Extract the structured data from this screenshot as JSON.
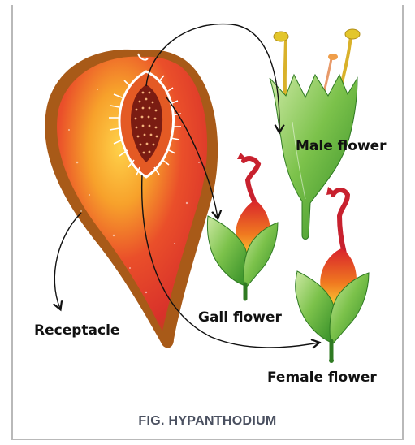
{
  "labels": {
    "male_flower": "Male flower",
    "gall_flower": "Gall flower",
    "female_flower": "Female flower",
    "receptacle": "Receptacle"
  },
  "caption": "FIG. HYPANTHODIUM",
  "colors": {
    "receptacle_outer": "#a85a18",
    "receptacle_red": "#e63a28",
    "receptacle_orange": "#f59a2a",
    "flower_green": "#63b33a",
    "style_red": "#c8212e",
    "anther_yellow": "#e3c62b"
  }
}
